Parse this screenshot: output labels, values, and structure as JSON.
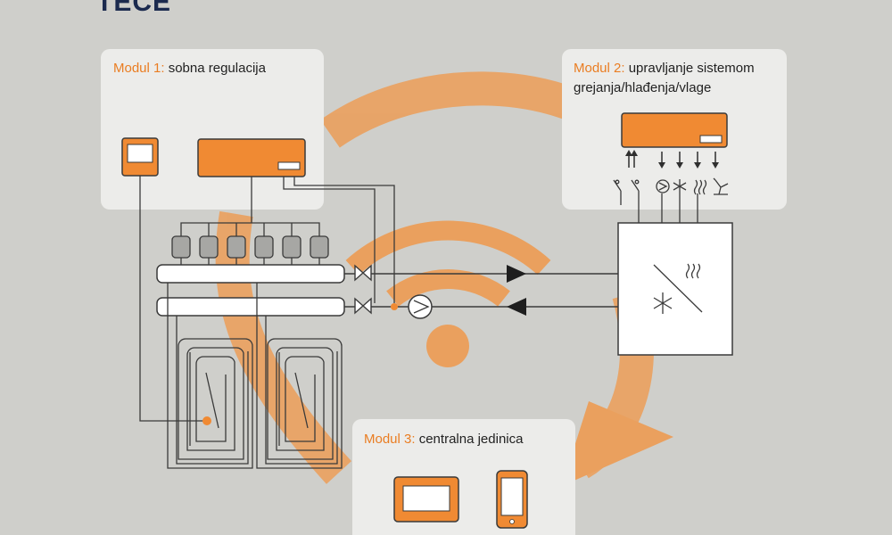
{
  "brand": {
    "logo_text": "TECE"
  },
  "modules": [
    {
      "prefix": "Modul 1:",
      "title": "sobna regulacija"
    },
    {
      "prefix": "Modul 2:",
      "title": "upravljanje sistemom",
      "title_line2": "grejanja/hlađenja/vlage"
    },
    {
      "prefix": "Modul 3:",
      "title": "centralna jedinica"
    }
  ],
  "colors": {
    "accent": "#f08a33",
    "background": "#cfcfcb",
    "panel": "#ececea",
    "line": "#3a3a3a"
  },
  "icons": [
    "thermostat-icon",
    "controller-icon",
    "actuator-icon",
    "valve-icon",
    "pump-icon",
    "wifi-icon",
    "heat-pump-icon",
    "snowflake-icon",
    "heat-waves-icon",
    "fan-icon",
    "smartphone-icon",
    "tablet-icon"
  ]
}
